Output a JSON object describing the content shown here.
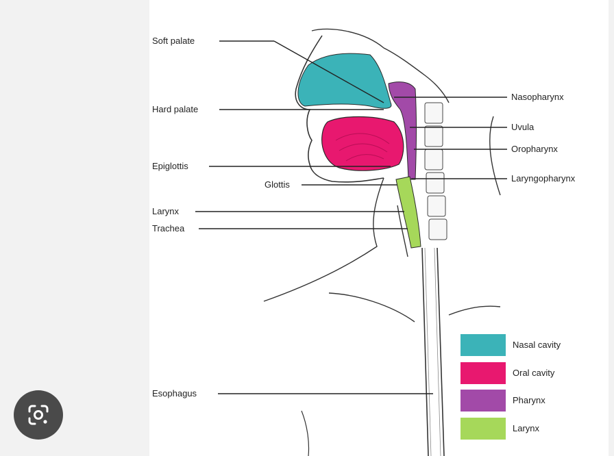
{
  "diagram": {
    "labels": {
      "soft_palate": "Soft palate",
      "hard_palate": "Hard palate",
      "epiglottis": "Epiglottis",
      "glottis": "Glottis",
      "larynx": "Larynx",
      "trachea": "Trachea",
      "esophagus": "Esophagus",
      "nasopharynx": "Nasopharynx",
      "uvula": "Uvula",
      "oropharynx": "Oropharynx",
      "laryngopharynx": "Laryngopharynx"
    },
    "legend": [
      {
        "label": "Nasal cavity",
        "color": "#3bb3b8"
      },
      {
        "label": "Oral cavity",
        "color": "#e8186f"
      },
      {
        "label": "Pharynx",
        "color": "#a24aa8"
      },
      {
        "label": "Larynx",
        "color": "#a6d85a"
      }
    ]
  },
  "overlay": {
    "lens_icon": "google-lens-icon"
  }
}
